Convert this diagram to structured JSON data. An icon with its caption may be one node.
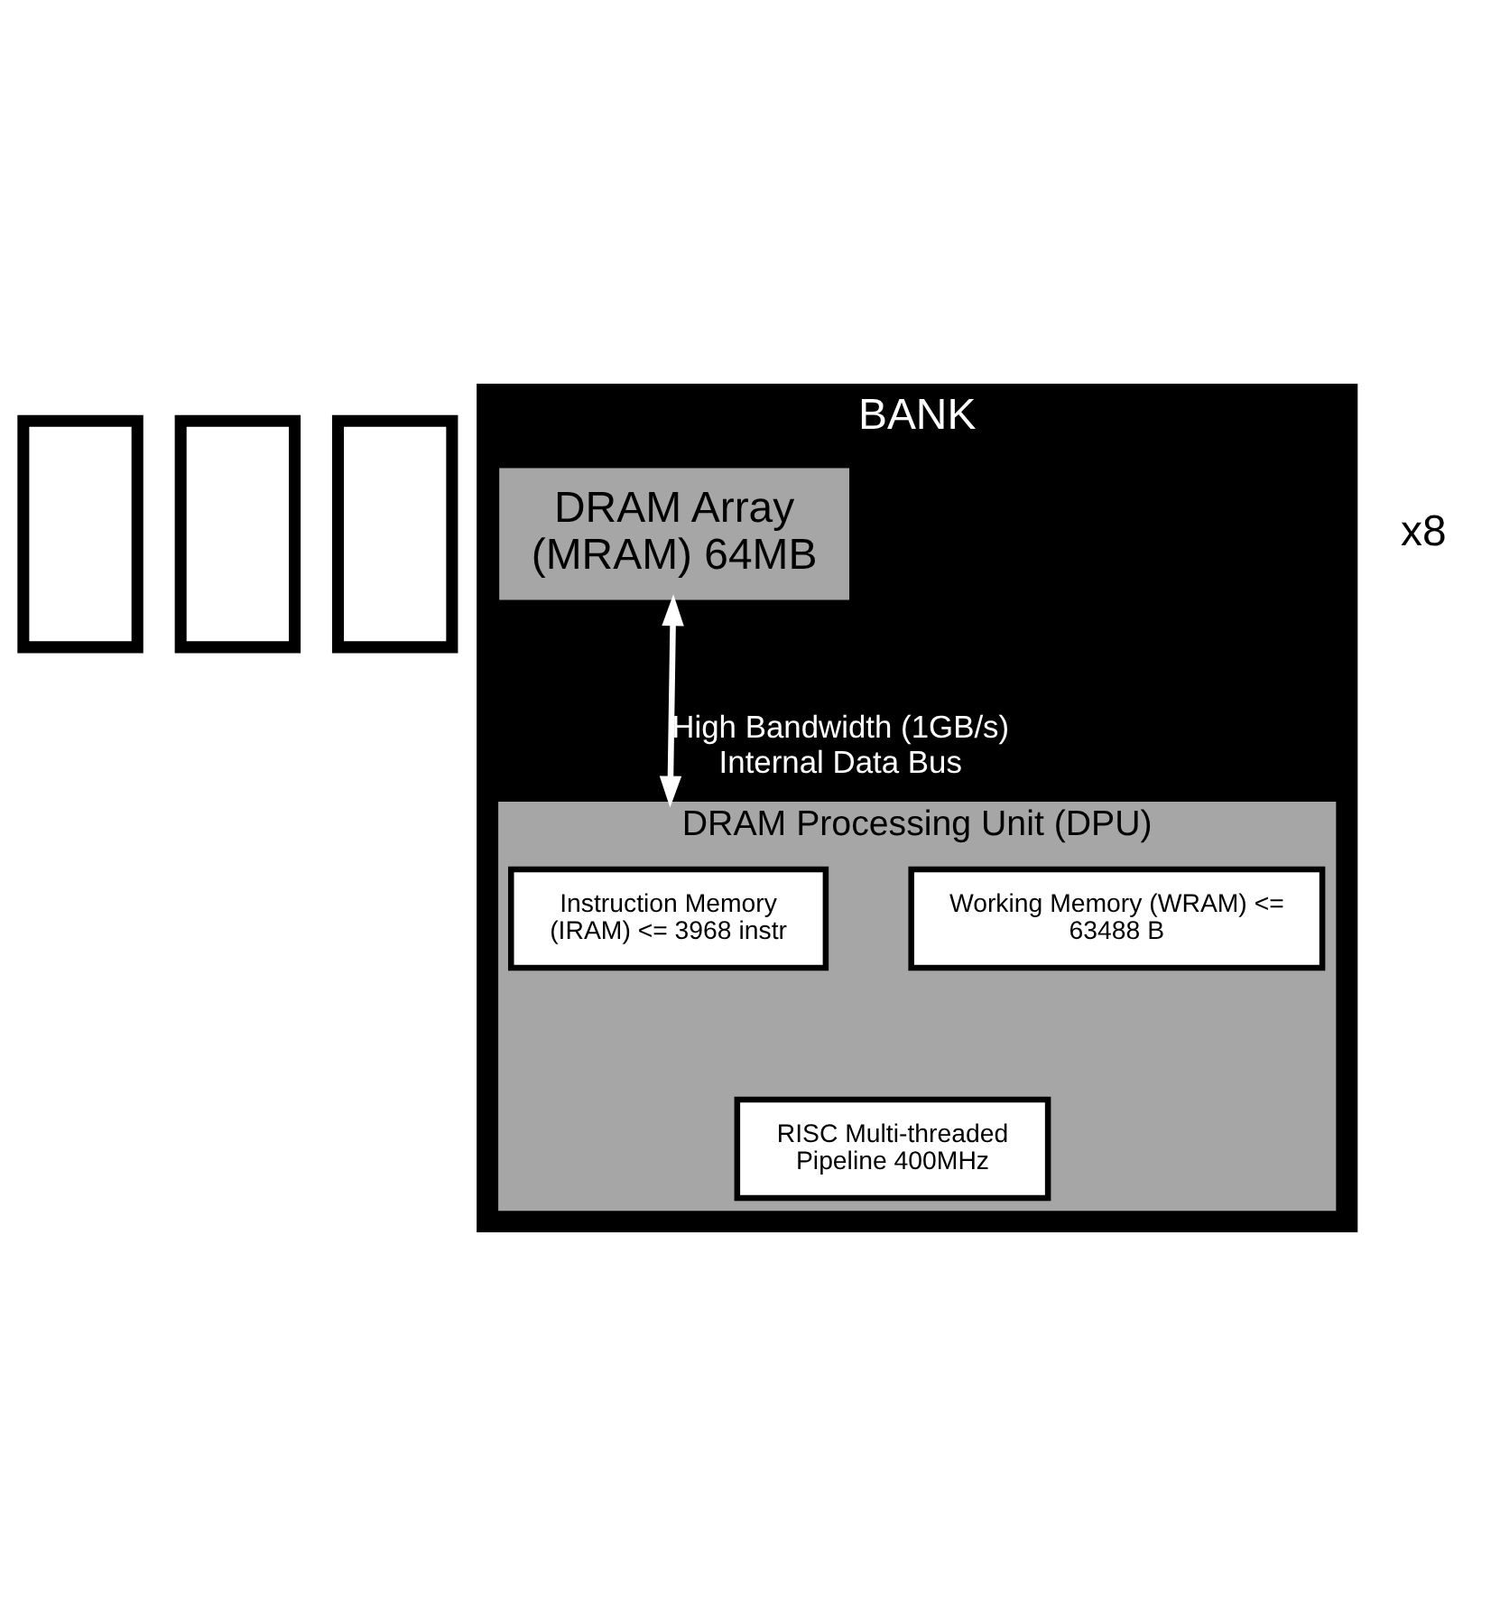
{
  "diagram": {
    "nodes": [
      {
        "text": [],
        "shape": "box"
      },
      {
        "text": [],
        "shape": "box"
      },
      {
        "text": [],
        "shape": "box"
      },
      {
        "text": [
          "BANK"
        ]
      },
      {
        "text": [
          "DRAM Array (MRAM) 64MB"
        ],
        "in": 3
      },
      {
        "text": [
          "DRAM Processing Unit (DPU)"
        ],
        "in": 3
      },
      {
        "text": [
          "Instruction Memory (IRAM) <= 3968 instr"
        ],
        "in": 5
      },
      {
        "text": [
          "Working Memory (WRAM) <= 63488 B"
        ],
        "in": 5
      },
      {
        "text": [
          "RISC Multi-threaded Pipeline 400MHz"
        ],
        "in": 5
      }
    ],
    "edges": [
      {
        "from": 4,
        "to": 5,
        "arrow": "both",
        "label": "High Bandwidth (1GB/s) Internal Data Bus",
        "color": "#ffffff"
      }
    ],
    "labels": [
      "x8"
    ]
  }
}
